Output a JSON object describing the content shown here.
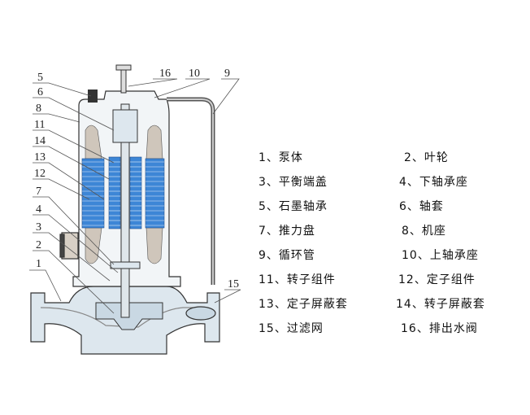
{
  "callouts": [
    "1",
    "2",
    "3",
    "4",
    "5",
    "6",
    "7",
    "8",
    "9",
    "10",
    "11",
    "12",
    "13",
    "14",
    "15",
    "16"
  ],
  "legend": [
    {
      "num": "1、",
      "label": "泵体"
    },
    {
      "num": "2、",
      "label": "叶轮"
    },
    {
      "num": "3、",
      "label": "平衡端盖"
    },
    {
      "num": "4、",
      "label": "下轴承座"
    },
    {
      "num": "5、",
      "label": "石墨轴承"
    },
    {
      "num": "6、",
      "label": "轴套"
    },
    {
      "num": "7、",
      "label": "推力盘"
    },
    {
      "num": "8、",
      "label": "机座"
    },
    {
      "num": "9、",
      "label": "循环管"
    },
    {
      "num": "10、",
      "label": "上轴承座"
    },
    {
      "num": "11、",
      "label": "转子组件"
    },
    {
      "num": "12、",
      "label": "定子组件"
    },
    {
      "num": "13、",
      "label": "定子屏蔽套"
    },
    {
      "num": "14、",
      "label": "转子屏蔽套"
    },
    {
      "num": "15、",
      "label": "过滤网"
    },
    {
      "num": "16、",
      "label": "排出水阀"
    }
  ],
  "colors": {
    "casing": "#dfe8ee",
    "coil": "#3d86d6",
    "outline": "#333333",
    "winding": "#c9c2b8"
  }
}
